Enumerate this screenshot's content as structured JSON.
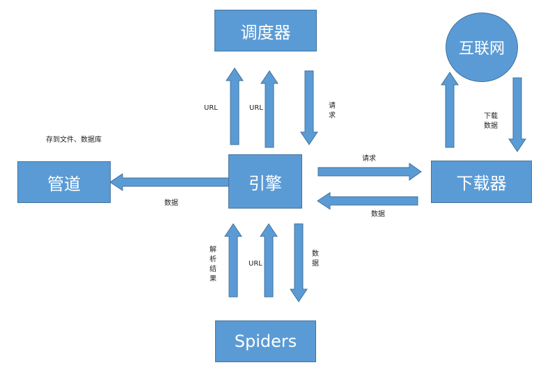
{
  "nodes": {
    "scheduler": "调度器",
    "internet": "互联网",
    "pipeline": "管道",
    "engine": "引擎",
    "downloader": "下载器",
    "spiders": "Spiders"
  },
  "labels": {
    "url_1": "URL",
    "url_2": "URL",
    "request_up": "请求",
    "store_note": "存到文件、数据库",
    "request_right": "请求",
    "download_data": "下载数据",
    "data_left": "数据",
    "data_back": "数据",
    "parse_result": "解析结果",
    "url_3": "URL",
    "data_down": "数据"
  },
  "colors": {
    "node_fill": "#5b9bd5",
    "node_border": "#41719c",
    "node_text": "#ffffff",
    "label_text": "#222222"
  }
}
